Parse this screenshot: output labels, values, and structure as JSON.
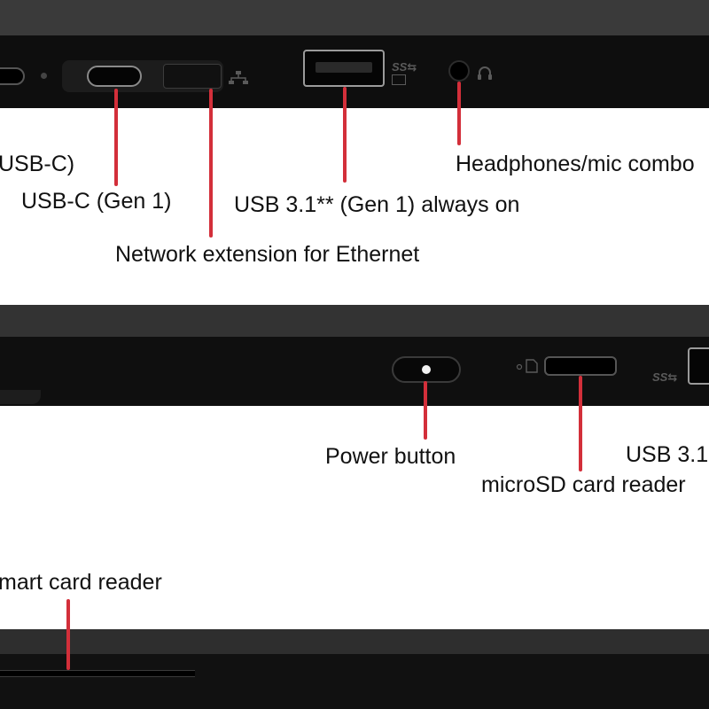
{
  "labels": {
    "usb_c_left": "USB-C)",
    "usb_c_gen1": "USB-C (Gen 1)",
    "network_ext": "Network extension for Ethernet",
    "usb31_always_on": "USB 3.1** (Gen 1) always on",
    "headphones": "Headphones/mic combo",
    "power_button": "Power button",
    "microsd": "microSD card reader",
    "usb31_right": "USB 3.1",
    "smart_card": "mart card reader"
  },
  "icons": {
    "ss_usb_top": "SS⇆",
    "ss_usb_bottom": "SS⇆",
    "ethernet": "ethernet-icon",
    "headset": "headset-icon",
    "sd": "sd-card-icon"
  },
  "colors": {
    "leader": "#d32f3a",
    "chassis": "#121212",
    "bezel": "#2a2a2a"
  }
}
